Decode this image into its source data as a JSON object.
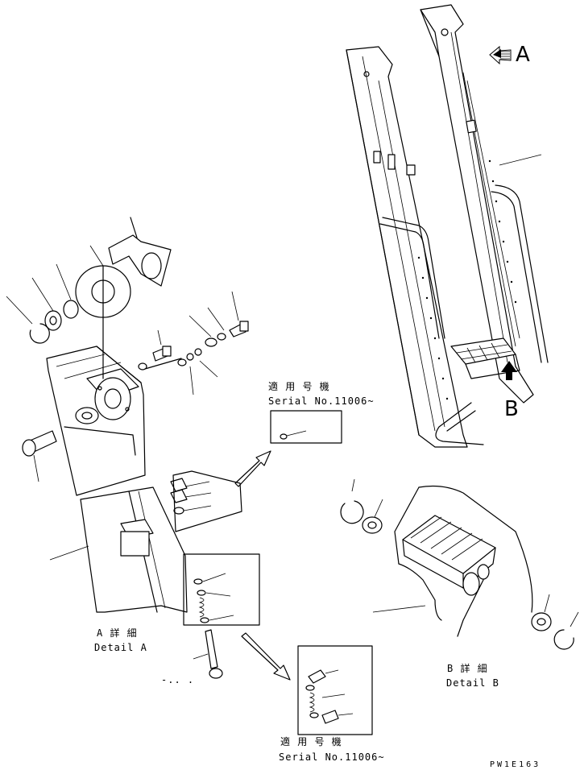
{
  "view_labels": {
    "a": "A",
    "b": "B"
  },
  "detail_a": {
    "jp": "A 詳 細",
    "en": "Detail A"
  },
  "detail_b": {
    "jp": "B 詳 細",
    "en": "Detail B"
  },
  "serial_box_1": {
    "jp": "適 用 号 機",
    "en": "Serial No.11006~"
  },
  "serial_box_2": {
    "jp": "適 用 号 機",
    "en": "Serial No.11006~"
  },
  "callout_note": "-.. .",
  "drawing_id": "PW1E163"
}
